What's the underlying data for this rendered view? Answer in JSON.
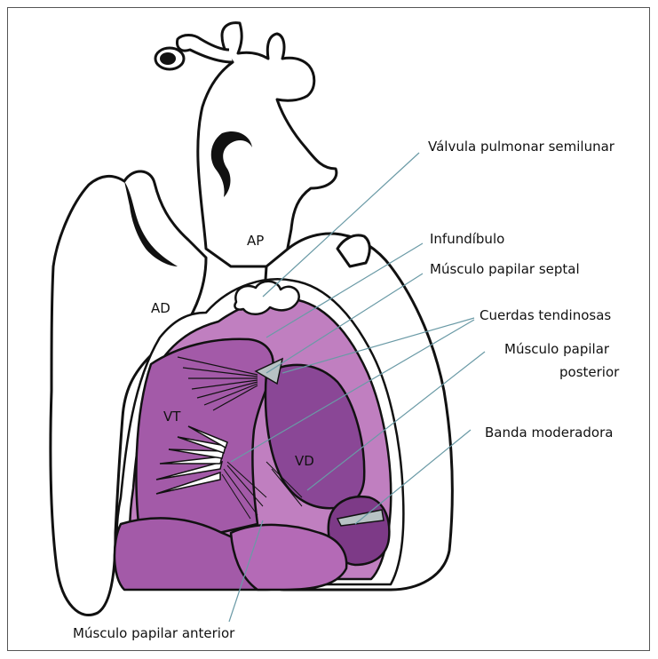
{
  "diagram": {
    "chambers": {
      "ad": "AD",
      "ap": "AP",
      "vt": "VT",
      "vd": "VD"
    },
    "labels": {
      "pulmonary_valve": "Válvula pulmonar semilunar",
      "infundibulum": "Infundíbulo",
      "septal_papillary": "Músculo papilar septal",
      "chordae": "Cuerdas tendinosas",
      "posterior_papillary_1": "Músculo papilar",
      "posterior_papillary_2": "posterior",
      "moderator_band": "Banda moderadora",
      "anterior_papillary": "Músculo papilar anterior"
    },
    "colors": {
      "outline": "#111111",
      "muscle_light": "#c07fc0",
      "muscle_mid": "#a35aa8",
      "muscle_dark": "#7d3a87",
      "leader_line": "#6a9aa6",
      "valve_grey": "#b7c2c4"
    }
  }
}
